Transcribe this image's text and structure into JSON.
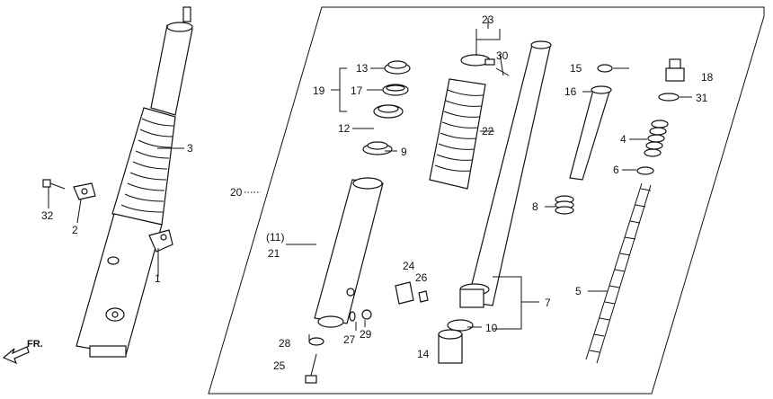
{
  "diagram": {
    "direction_label": "FR.",
    "callouts": [
      "1",
      "2",
      "3",
      "4",
      "5",
      "6",
      "7",
      "8",
      "9",
      "10",
      "(11)",
      "12",
      "13",
      "14",
      "15",
      "16",
      "17",
      "18",
      "19",
      "20",
      "21",
      "22",
      "23",
      "24",
      "25",
      "26",
      "27",
      "28",
      "29",
      "30",
      "31",
      "32",
      "8",
      "6"
    ]
  }
}
